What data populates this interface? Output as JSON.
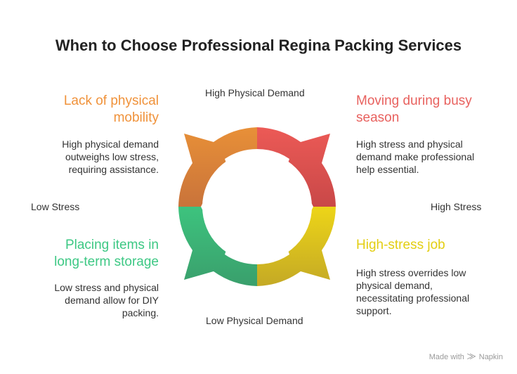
{
  "title": "When to Choose Professional Regina Packing Services",
  "axes": {
    "top": "High Physical Demand",
    "bottom": "Low Physical Demand",
    "left": "Low Stress",
    "right": "High Stress"
  },
  "quadrants": [
    {
      "title_lines": [
        "Lack of physical",
        "mobility"
      ],
      "desc_lines": [
        "High physical demand",
        "outweighs low stress,",
        "requiring assistance."
      ],
      "color": "#F0923A"
    },
    {
      "title_lines": [
        "Moving during busy",
        "season"
      ],
      "desc_lines": [
        "High stress and physical",
        "demand make professional",
        "help essential."
      ],
      "color": "#E8615E"
    },
    {
      "title_lines": [
        "Placing items in",
        "long-term storage"
      ],
      "desc_lines": [
        "Low stress and physical",
        "demand allow for DIY",
        "packing."
      ],
      "color": "#3DC884"
    },
    {
      "title_lines": [
        "High-stress job"
      ],
      "desc_lines": [
        "High stress overrides low",
        "physical demand,",
        "necessitating professional",
        "support."
      ],
      "color": "#E3CE12"
    }
  ],
  "segment_colors": {
    "top_left": [
      "#E89038",
      "#C9733A"
    ],
    "top_right": [
      "#EC5A56",
      "#C94848"
    ],
    "bottom_left": [
      "#3DC37E",
      "#3A9F6C"
    ],
    "bottom_right": [
      "#EDD518",
      "#C4A925"
    ]
  },
  "footer": {
    "made_with": "Made with",
    "brand": "Napkin"
  }
}
